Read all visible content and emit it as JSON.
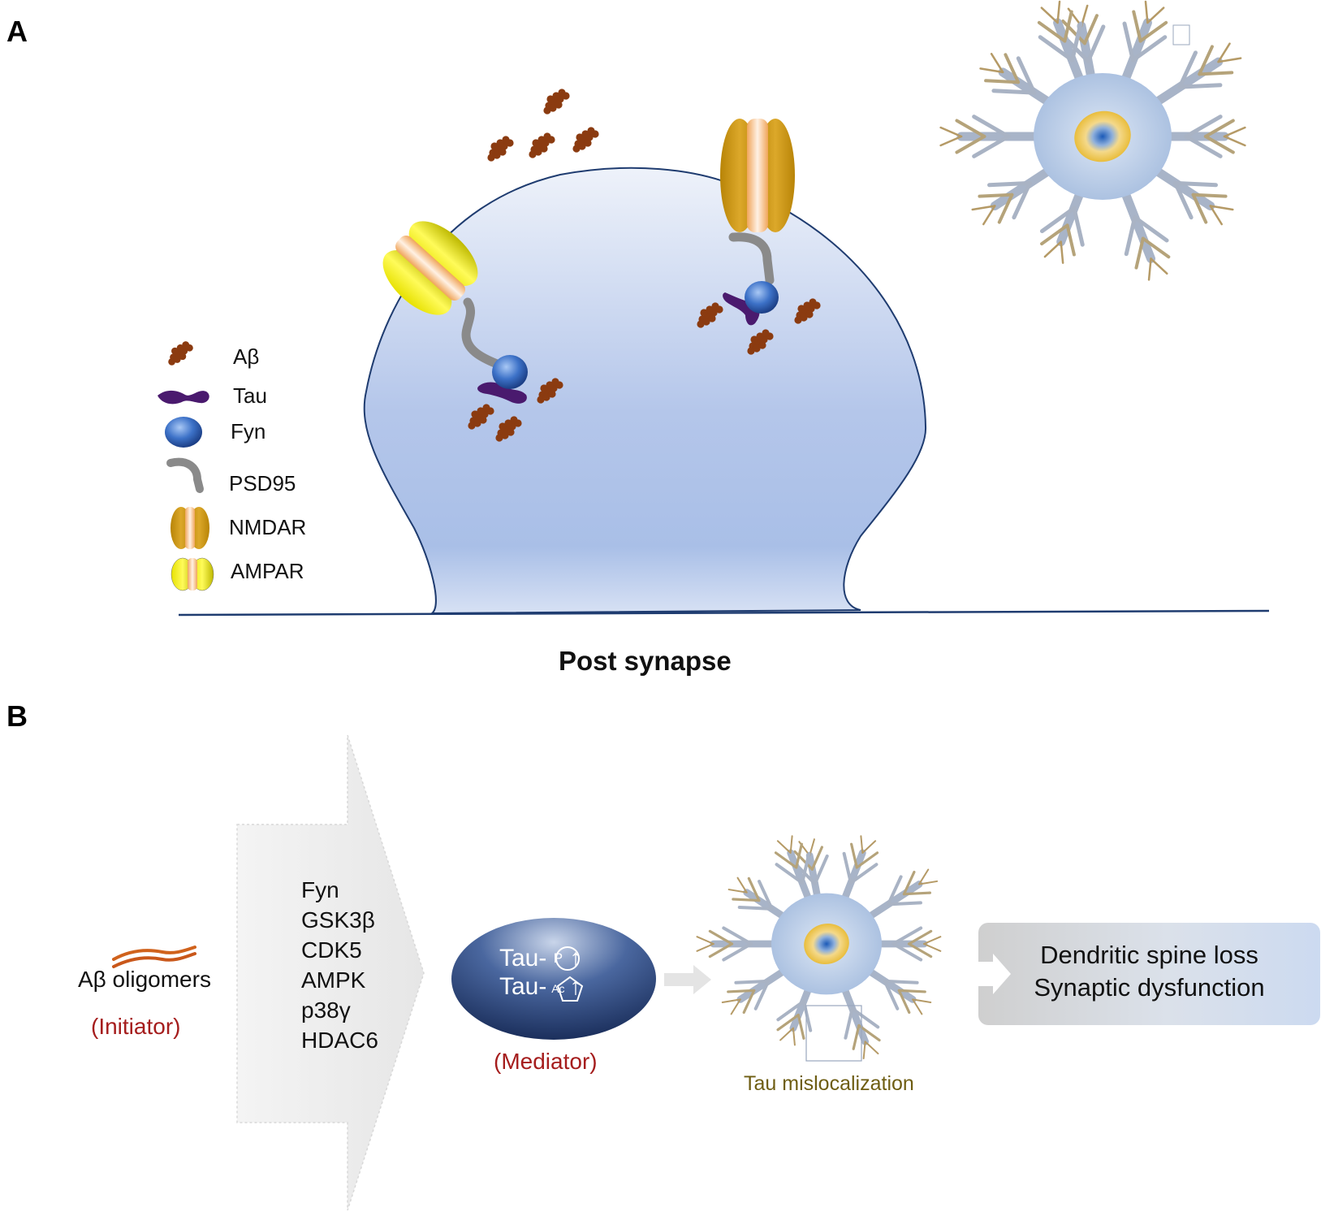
{
  "panels": {
    "a_label": "A",
    "b_label": "B"
  },
  "legend": {
    "items": [
      {
        "label": "Aβ"
      },
      {
        "label": "Tau"
      },
      {
        "label": "Fyn"
      },
      {
        "label": "PSD95"
      },
      {
        "label": "NMDAR"
      },
      {
        "label": "AMPAR"
      }
    ]
  },
  "panel_a": {
    "caption": "Post synapse"
  },
  "panel_b": {
    "initiator_name": "Aβ oligomers",
    "initiator_role": "(Initiator)",
    "kinases": [
      "Fyn",
      "GSK3β",
      "CDK5",
      "AMPK",
      "p38γ",
      "HDAC6"
    ],
    "mediator": {
      "line1": "Tau-",
      "line1_badge": "P",
      "line2": "Tau-",
      "line2_badge": "Ac",
      "arrow": "↑",
      "role": "(Mediator)"
    },
    "neuron_label": "Tau mislocalization",
    "outcome": {
      "line1": "Dendritic spine loss",
      "line2": "Synaptic dysfunction"
    }
  },
  "colors": {
    "abeta": "#8b3b10",
    "tau": "#4a1a6e",
    "fyn": "#3d72c8",
    "psd95": "#8c8c8c",
    "nmdar": "#c8950f",
    "ampar": "#e9e400",
    "spine": "#b7c8ea",
    "role_red": "#a51d1d",
    "mediator_navy": "#1d3566"
  }
}
